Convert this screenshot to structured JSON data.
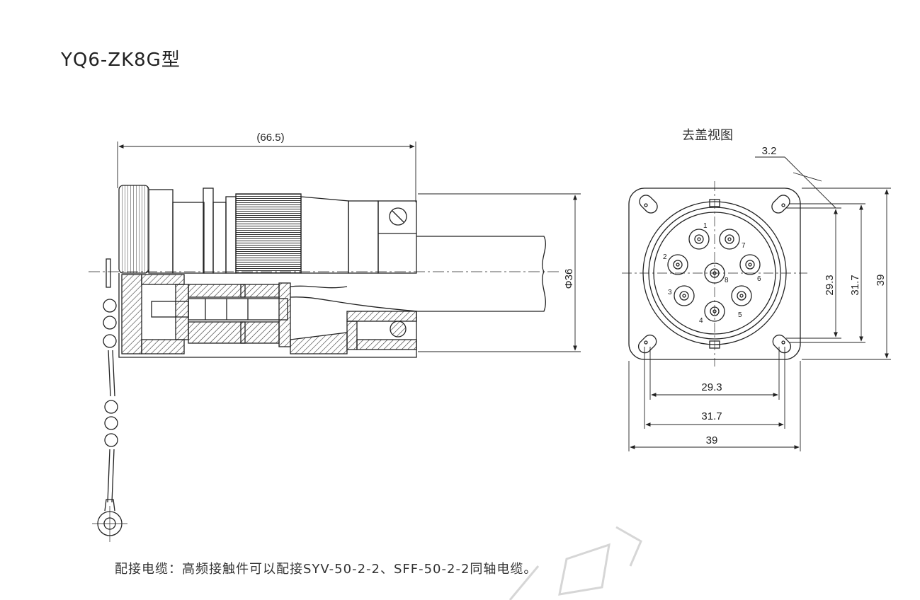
{
  "title": "YQ6-ZK8G型",
  "front_view": {
    "label": "去盖视图",
    "dimensions": {
      "hole_dia": "3.2",
      "inner_pitch_v": "29.3",
      "mid_pitch_v": "31.7",
      "outer_v": "39",
      "inner_pitch_h": "29.3",
      "mid_pitch_h": "31.7",
      "outer_h": "39"
    },
    "pins": [
      "1",
      "2",
      "3",
      "4",
      "5",
      "6",
      "7",
      "8"
    ]
  },
  "side_view": {
    "dimensions": {
      "length": "(66.5)",
      "diameter": "Φ36"
    }
  },
  "caption": "配接电缆：高频接触件可以配接SYV-50-2-2、SFF-50-2-2同轴电缆。",
  "colors": {
    "line": "#222222",
    "hatch": "#333333",
    "watermark": "#cccccc"
  }
}
